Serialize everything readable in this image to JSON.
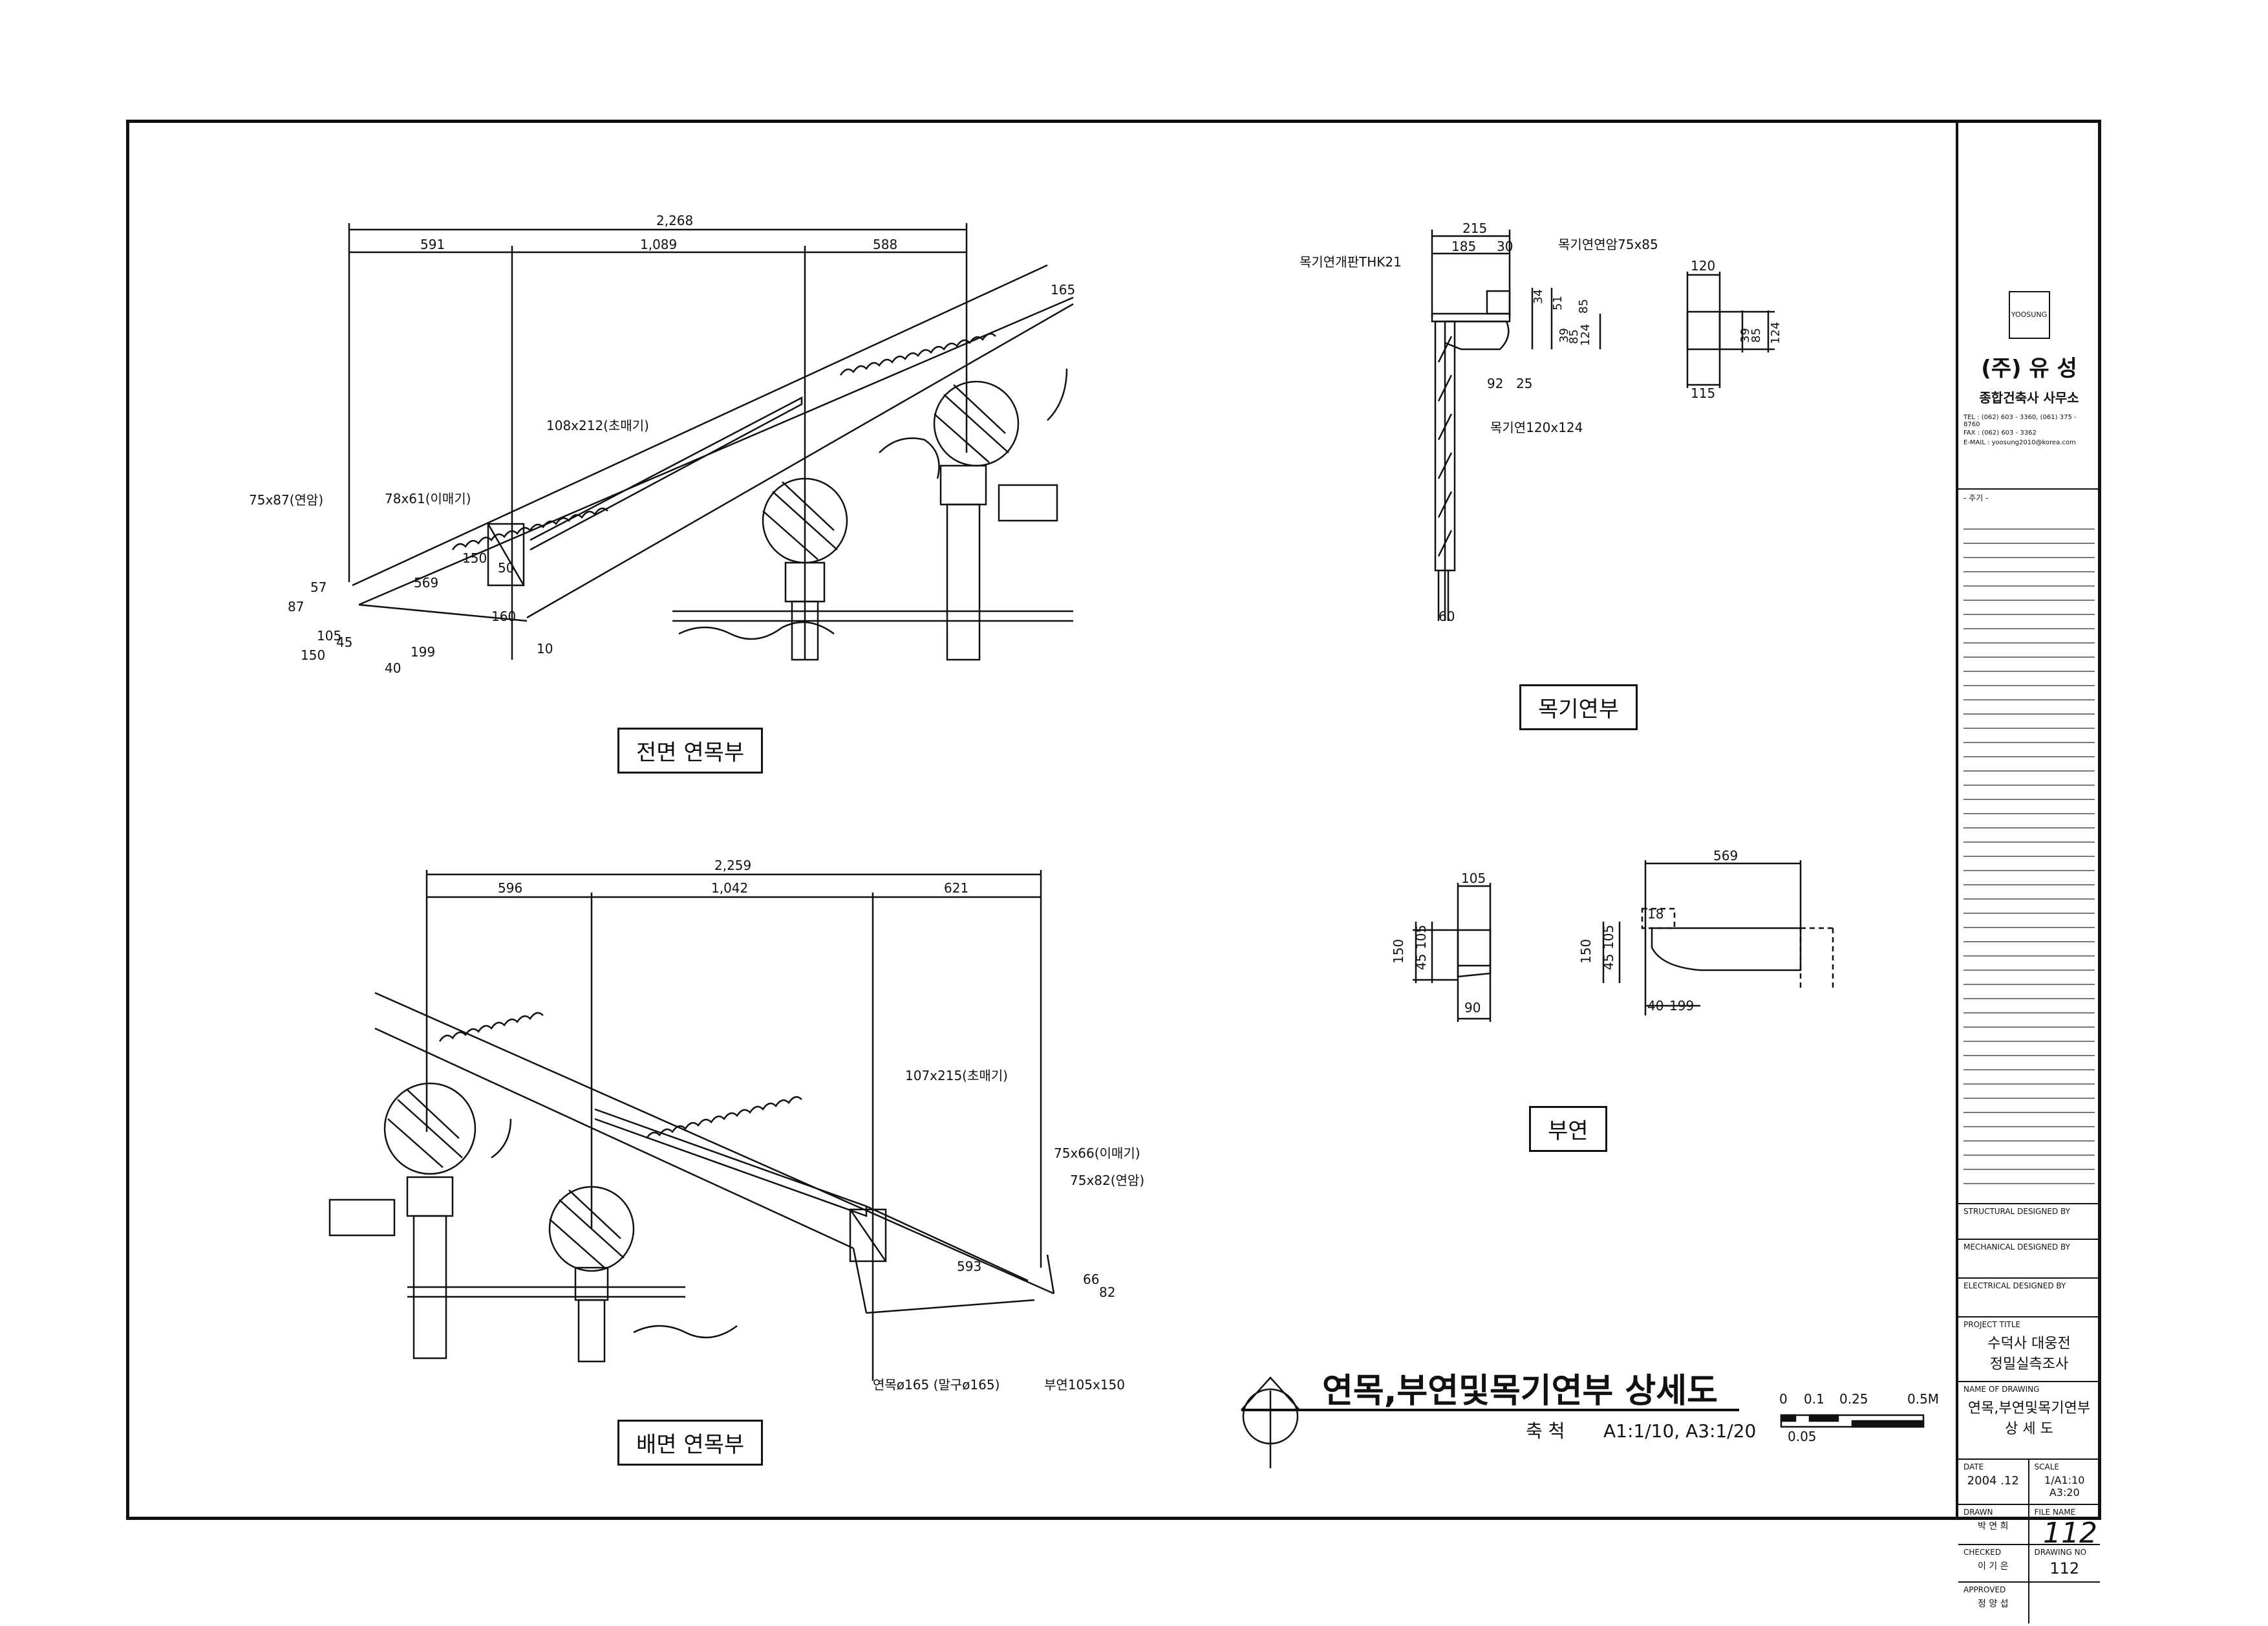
{
  "views": {
    "front": {
      "title": "전면 연목부",
      "overall": "2,268",
      "spans": [
        "591",
        "1,089",
        "588"
      ],
      "callouts": {
        "chomaegi": "108x212(초매기)",
        "imaegi": "78x61(이매기)",
        "yeonham": "75x87(연암)",
        "slope_len": "569",
        "d165": "165",
        "d150a": "150",
        "d50": "50",
        "d160": "160",
        "d10": "10",
        "d87": "87",
        "d57": "57",
        "d105": "105",
        "d45": "45",
        "d150b": "150",
        "d40": "40",
        "d199": "199"
      }
    },
    "back": {
      "title": "배면 연목부",
      "overall": "2,259",
      "spans": [
        "596",
        "1,042",
        "621"
      ],
      "callouts": {
        "chomaegi": "107x215(초매기)",
        "imaegi": "75x66(이매기)",
        "yeonham": "75x82(연암)",
        "slope_len": "593",
        "yeonmok": "연목ø165 (말구ø165)",
        "buyeon": "부연105x150",
        "d66": "66",
        "d82": "82"
      }
    },
    "mokgi": {
      "title": "목기연부",
      "d215": "215",
      "d185": "185",
      "d30": "30",
      "gaepan": "목기연개판THK21",
      "yeonham": "목기연연암75x85",
      "member": "목기연120x124",
      "d34": "34",
      "d51": "51",
      "d85": "85",
      "d39": "39",
      "d85b": "85",
      "d124": "124",
      "d92": "92",
      "d25": "25",
      "d60": "60",
      "d120": "120",
      "d115": "115",
      "d39b": "39",
      "d85c": "85",
      "d124b": "124"
    },
    "buyeon": {
      "title": "부연",
      "d105": "105",
      "d90": "90",
      "d150": "150",
      "d45": "45",
      "d105b": "105",
      "d569": "569",
      "d18": "18",
      "d150b": "150",
      "d45b": "45",
      "d105c": "105",
      "d40": "40",
      "d199": "199"
    }
  },
  "drawing_title": {
    "name": "연목,부연및목기연부 상세도",
    "scale_label": "축  척",
    "scale_value": "A1:1/10, A3:1/20",
    "bar_labels": [
      "0",
      "0.1",
      "0.25",
      "0.5M"
    ],
    "bar_sub": "0.05"
  },
  "title_block": {
    "logo_text": "YOOSUNG",
    "company": "(주) 유 성",
    "company_sub": "종합건축사 사무소",
    "tel": "TEL : (062) 603 - 3360, (061) 375 - 8760",
    "fax": "FAX : (062) 603 - 3362",
    "email": "E-MAIL : yoosung2010@korea.com",
    "notes_label": "- 주기 -",
    "structural": "STRUCTURAL DESIGNED BY",
    "mechanical": "MECHANICAL DESIGNED BY",
    "electrical": "ELECTRICAL DESIGNED BY",
    "project_label": "PROJECT TITLE",
    "project_1": "수덕사 대웅전",
    "project_2": "정밀실측조사",
    "drawing_label": "NAME OF DRAWING",
    "drawing_1": "연목,부연및목기연부",
    "drawing_2": "상   세   도",
    "date_label": "DATE",
    "date": "2004 .12",
    "scale_label": "SCALE",
    "scale_1": "1/A1:10",
    "scale_2": "A3:20",
    "drawn_label": "DRAWN",
    "drawn": "박 연 희",
    "file_label": "FILE NAME",
    "checked_label": "CHECKED",
    "checked": "이 기 은",
    "drawno_label": "DRAWING NO",
    "drawno": "112",
    "approved_label": "APPROVED",
    "approved": "정 양 섭"
  },
  "handwritten": "112"
}
